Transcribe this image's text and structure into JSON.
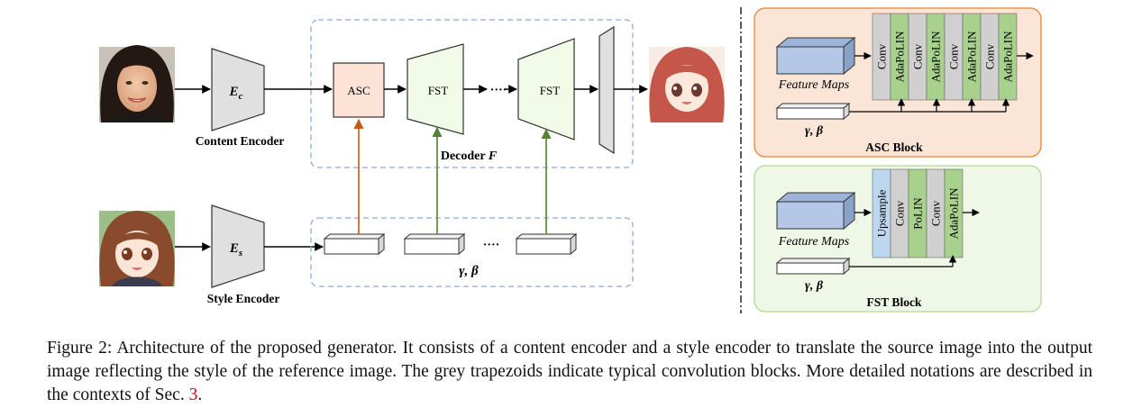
{
  "diagram": {
    "content_encoder": {
      "symbol": "E",
      "subscript": "c",
      "label": "Content Encoder"
    },
    "style_encoder": {
      "symbol": "E",
      "subscript": "s",
      "label": "Style Encoder"
    },
    "decoder": {
      "label": "Decoder",
      "symbol": "F"
    },
    "asc_label": "ASC",
    "fst_label": "FST",
    "dots": "····",
    "gamma_beta": "γ, β",
    "asc_block": {
      "title": "ASC Block",
      "feature_label": "Feature Maps",
      "param_label": "γ, β",
      "layers": [
        "Conv",
        "AdaPoLIN",
        "Conv",
        "AdaPoLIN",
        "Conv",
        "AdaPoLIN",
        "Conv",
        "AdaPoLIN"
      ]
    },
    "fst_block": {
      "title": "FST Block",
      "feature_label": "Feature Maps",
      "param_label": "γ, β",
      "layers": [
        "Upsample",
        "Conv",
        "PoLIN",
        "Conv",
        "AdaPoLIN"
      ]
    },
    "colors": {
      "asc_fill": "#fbe3d6",
      "asc_panel": "#fbe5d6",
      "asc_panel_border": "#e8853a",
      "fst_fill": "#f2fbe8",
      "fst_panel": "#eff8e6",
      "fst_panel_border": "#b5d89a",
      "dashed": "#8faadc",
      "trapezoid": "#e0e0e0",
      "feature": "#b4c7e7",
      "conv": "#d0d0d0",
      "adapolin": "#a9d18e",
      "upsample": "#bdd7ee",
      "orange_arrow": "#c55a11",
      "green_arrow": "#538135"
    }
  },
  "caption": {
    "text": "Figure 2: Architecture of the proposed generator. It consists of a content encoder and a style encoder to translate the source image into the output image reflecting the style of the reference image. The grey trapezoids indicate typical convolution blocks. More detailed notations are described in the contexts of Sec. ",
    "ref": "3",
    "end": "."
  }
}
